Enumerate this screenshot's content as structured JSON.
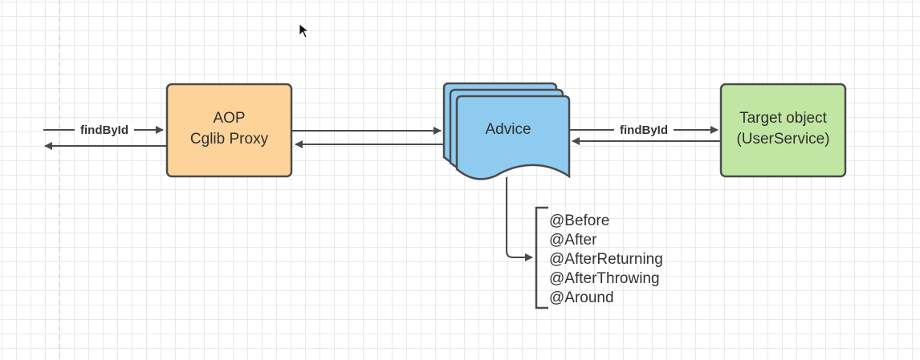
{
  "nodes": {
    "proxy": {
      "line1": "AOP",
      "line2": "Cglib Proxy",
      "color": "#fdd39a"
    },
    "advice": {
      "label": "Advice",
      "color": "#8ecbef"
    },
    "target": {
      "line1": "Target object",
      "line2": "(UserService)",
      "color": "#c1e6a3"
    }
  },
  "edges": {
    "client_to_proxy": {
      "label": "findById"
    },
    "advice_to_target": {
      "label": "findById"
    }
  },
  "advice_types": [
    "@Before",
    "@After",
    "@AfterReturning",
    "@AfterThrowing",
    "@Around"
  ],
  "colors": {
    "stroke": "#4a4a4a",
    "grid": "#e9e9ec",
    "guide": "#c8c8c8"
  }
}
